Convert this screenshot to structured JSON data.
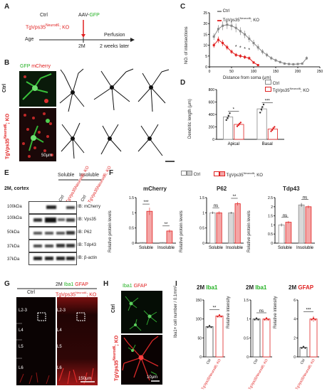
{
  "panel_labels": {
    "a": "A",
    "b": "B",
    "c": "C",
    "d": "D",
    "e": "E",
    "f": "F",
    "g": "G",
    "h": "H",
    "i": "I"
  },
  "colors": {
    "ctrl": "#888888",
    "ko": "#e02020",
    "green": "#22b022",
    "red_fill": "#f4a6a6"
  },
  "panel_a": {
    "ctrl": "Ctrl",
    "ko": "TgVps35",
    "ko_sup": "Neurod6",
    "ko_tail": "; KO",
    "aav_prefix": "AAV-",
    "aav_gfp": "GFP",
    "age": "Age",
    "time_point": "2M",
    "perfusion": "Perfusion",
    "later": "2 weeks later"
  },
  "panel_b": {
    "gfp": "GFP",
    "mcherry": "mCherry",
    "ctrl": "Ctrl",
    "ko": "TgVps35",
    "ko_sup": "Neurod6",
    "ko_tail": "; KO",
    "scale": "50μm"
  },
  "legend": {
    "ctrl": "Ctrl",
    "ko": "TgVps35",
    "ko_sup": "Neurod6",
    "ko_tail": "; KO"
  },
  "panel_e": {
    "soluble": "Soluble",
    "insoluble": "Insoluble",
    "region": "2M, cortex",
    "lanes": [
      "Ctrl",
      "TgVps35Neurod6; KO",
      "Ctrl",
      "TgVps35Neurod6; KO"
    ],
    "rows": [
      {
        "mw": "100kDa",
        "ib": "IB: mCherry"
      },
      {
        "mw": "100kDa",
        "ib": "IB: Vps35"
      },
      {
        "mw": "50kDa",
        "ib": "IB: P62"
      },
      {
        "mw": "37kDa",
        "ib": "IB: Tdp43"
      },
      {
        "mw": "37kDa",
        "ib": "IB: β-actin"
      }
    ]
  },
  "panel_g": {
    "region": "2M",
    "iba1": "Iba1",
    "gfap": "GFAP",
    "ctrl": "Ctrl",
    "ko": "TgVps35",
    "ko_sup": "Neurod6",
    "ko_tail": "; KO",
    "layers": [
      "L2-3",
      "L4",
      "L5",
      "L6"
    ],
    "scale": "150μm"
  },
  "panel_h": {
    "iba1": "Iba1",
    "gfap": "GFAP",
    "ctrl": "Ctrl",
    "ko": "TgVps35",
    "ko_sup": "Neurod6",
    "ko_tail": "; KO",
    "scale": "10μm"
  },
  "chart_data": [
    {
      "id": "C",
      "type": "line",
      "xlabel": "Distance from soma (μm)",
      "ylabel": "NO. of intersections",
      "xlim": [
        0,
        250
      ],
      "ylim": [
        0,
        25
      ],
      "xticks": [
        0,
        50,
        100,
        150,
        200,
        250
      ],
      "yticks": [
        0,
        5,
        10,
        15,
        20,
        25
      ],
      "series": [
        {
          "name": "Ctrl",
          "x": [
            10,
            20,
            30,
            40,
            50,
            60,
            70,
            80,
            90,
            100,
            110,
            120,
            130,
            140,
            150,
            160,
            170,
            180,
            190,
            200,
            210,
            220
          ],
          "y": [
            14,
            17.5,
            19,
            19.5,
            19,
            18,
            16.5,
            15,
            13,
            11,
            9,
            7,
            5.5,
            4,
            3,
            2.2,
            1.5,
            1.3,
            1.2,
            1.3,
            1.5,
            4
          ],
          "err": [
            1.5,
            1.8,
            2,
            2,
            2,
            2,
            1.8,
            1.7,
            1.6,
            1.5,
            1.4,
            1.2,
            1,
            0.9,
            0.8,
            0.6,
            0.5,
            0.4,
            0.4,
            0.4,
            0.5,
            0.8
          ]
        },
        {
          "name": "TgVps35Neurod6; KO",
          "x": [
            10,
            20,
            30,
            40,
            50,
            60,
            70,
            80,
            90,
            100,
            110
          ],
          "y": [
            10,
            12.5,
            11,
            9,
            7,
            5.5,
            5,
            4.5,
            4,
            2,
            0.8
          ],
          "err": [
            1.2,
            1.5,
            1.4,
            1.2,
            1,
            0.9,
            0.9,
            0.9,
            0.8,
            0.6,
            0.3
          ]
        }
      ],
      "sig": [
        {
          "x": 60,
          "y": 8.5,
          "text": "*"
        },
        {
          "x": 70,
          "y": 8,
          "text": "*"
        },
        {
          "x": 80,
          "y": 7.5,
          "text": "*"
        },
        {
          "x": 90,
          "y": 7,
          "text": "*"
        }
      ]
    },
    {
      "id": "D",
      "type": "bar",
      "ylabel": "Dendritic length (μm)",
      "ylim": [
        0,
        800
      ],
      "yticks": [
        0,
        200,
        400,
        600,
        800
      ],
      "categories": [
        "Apical",
        "Basal"
      ],
      "series": [
        {
          "name": "Ctrl",
          "values": [
            360,
            490
          ],
          "err": [
            35,
            40
          ],
          "points": [
            [
              310,
              340,
              380,
              420
            ],
            [
              430,
              480,
              520,
              560
            ]
          ]
        },
        {
          "name": "TgVps35Neurod6; KO",
          "values": [
            240,
            165
          ],
          "err": [
            25,
            25
          ],
          "points": [
            [
              210,
              230,
              250,
              270
            ],
            [
              130,
              150,
              180,
              200
            ]
          ]
        }
      ],
      "sig": [
        "*",
        "***"
      ]
    },
    {
      "id": "F1",
      "type": "bar",
      "title": "mCherry",
      "ylabel": "Relative protein levels",
      "ylim": [
        0,
        1.5
      ],
      "yticks": [
        0,
        0.5,
        1.0,
        1.5
      ],
      "categories": [
        "Soluble",
        "Insoluble"
      ],
      "series": [
        {
          "name": "Ctrl",
          "values": [
            0.02,
            0.02
          ],
          "err": [
            0.005,
            0.005
          ]
        },
        {
          "name": "TgVps35Neurod6; KO",
          "values": [
            1.05,
            0.4
          ],
          "err": [
            0.12,
            0.05
          ]
        }
      ],
      "sig": [
        "***",
        "**"
      ]
    },
    {
      "id": "F2",
      "type": "bar",
      "title": "P62",
      "ylabel": "Relative protein levels",
      "ylim": [
        0,
        1.5
      ],
      "yticks": [
        0,
        0.5,
        1.0,
        1.5
      ],
      "categories": [
        "Soluble",
        "Insoluble"
      ],
      "series": [
        {
          "name": "Ctrl",
          "values": [
            1.0,
            1.0
          ],
          "err": [
            0.04,
            0.03
          ]
        },
        {
          "name": "TgVps35Neurod6; KO",
          "values": [
            1.0,
            1.3
          ],
          "err": [
            0.05,
            0.06
          ]
        }
      ],
      "sig": [
        "ns",
        "**"
      ]
    },
    {
      "id": "F3",
      "type": "bar",
      "title": "Tdp43",
      "ylabel": "Relative protein levels",
      "ylim": [
        0,
        2.5
      ],
      "yticks": [
        0,
        0.5,
        1.0,
        1.5,
        2.0,
        2.5
      ],
      "categories": [
        "Soluble",
        "Insoluble"
      ],
      "series": [
        {
          "name": "Ctrl",
          "values": [
            1.0,
            2.1
          ],
          "err": [
            0.08,
            0.1
          ]
        },
        {
          "name": "TgVps35Neurod6; KO",
          "values": [
            1.15,
            2.0
          ],
          "err": [
            0.07,
            0.08
          ]
        }
      ],
      "sig": [
        "ns",
        "ns"
      ]
    },
    {
      "id": "I1",
      "type": "bar",
      "title_prefix": "2M",
      "title": "Iba1",
      "ylabel": "Iba1+ cell number / 0.1mm²",
      "ylim": [
        0,
        150
      ],
      "yticks": [
        0,
        50,
        100,
        150
      ],
      "categories": [
        "Ctrl",
        "TgVps35Neurod6; KO"
      ],
      "values": [
        80,
        108
      ],
      "err": [
        4,
        5
      ],
      "sig": "**"
    },
    {
      "id": "I2",
      "type": "bar",
      "title_prefix": "2M",
      "title": "Iba1",
      "ylabel": "Relative intensity",
      "ylim": [
        0,
        1.5
      ],
      "yticks": [
        0,
        0.5,
        1.0,
        1.5
      ],
      "categories": [
        "Ctrl",
        "TgVps35Neurod6; KO"
      ],
      "values": [
        1.0,
        1.0
      ],
      "err": [
        0.04,
        0.05
      ],
      "sig": "ns"
    },
    {
      "id": "I3",
      "type": "bar",
      "title_prefix": "2M",
      "title": "GFAP",
      "ylabel": "Relative intensity",
      "ylim": [
        0,
        6
      ],
      "yticks": [
        0,
        2,
        4,
        6
      ],
      "categories": [
        "Ctrl",
        "TgVps35Neurod6; KO"
      ],
      "values": [
        1.0,
        4.0
      ],
      "err": [
        0.1,
        0.3
      ],
      "sig": "***"
    }
  ]
}
